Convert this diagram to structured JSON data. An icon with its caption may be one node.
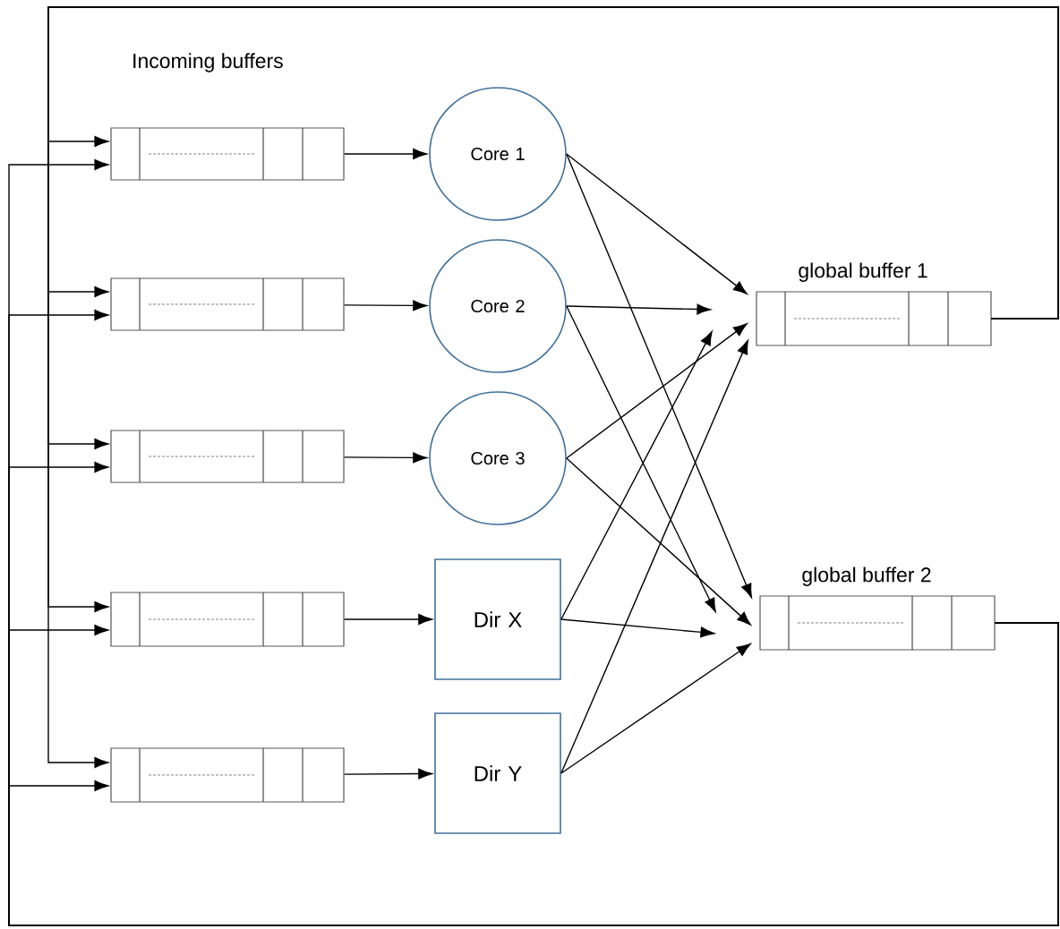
{
  "diagram": {
    "nodes": [
      {
        "text": [],
        "shape": "box"
      },
      {
        "text": [],
        "shape": "box"
      },
      {
        "text": [],
        "shape": "box"
      },
      {
        "text": [],
        "shape": "box"
      },
      {
        "text": [],
        "shape": "box"
      },
      {
        "text": [
          "Core 1"
        ]
      },
      {
        "text": [
          "Core 2"
        ]
      },
      {
        "text": [
          "Core 3"
        ]
      },
      {
        "text": [
          "Dir X"
        ]
      },
      {
        "text": [
          "Dir Y"
        ]
      },
      {
        "text": [
          "global buffer 1"
        ]
      },
      {
        "text": [
          "global buffer 2"
        ]
      }
    ],
    "edges": [
      {
        "from": 0,
        "to": 5,
        "arrow": "to"
      },
      {
        "from": 1,
        "to": 6,
        "arrow": "to"
      },
      {
        "from": 2,
        "to": 7,
        "arrow": "to"
      },
      {
        "from": 3,
        "to": 8,
        "arrow": "to"
      },
      {
        "from": 4,
        "to": 9,
        "arrow": "to"
      },
      {
        "from": 5,
        "to": 10,
        "arrow": "to"
      },
      {
        "from": 5,
        "to": 11,
        "arrow": "to"
      },
      {
        "from": 6,
        "to": 10,
        "arrow": "to"
      },
      {
        "from": 6,
        "to": 11,
        "arrow": "to"
      },
      {
        "from": 7,
        "to": 10,
        "arrow": "to"
      },
      {
        "from": 7,
        "to": 11,
        "arrow": "to"
      },
      {
        "from": 8,
        "to": 10,
        "arrow": "to"
      },
      {
        "from": 8,
        "to": 11,
        "arrow": "to"
      },
      {
        "from": 9,
        "to": 10,
        "arrow": "to"
      },
      {
        "from": 9,
        "to": 11,
        "arrow": "to"
      },
      {
        "from": 10,
        "to": 0,
        "arrow": "to"
      },
      {
        "from": 10,
        "to": 1,
        "arrow": "to"
      },
      {
        "from": 10,
        "to": 2,
        "arrow": "to"
      },
      {
        "from": 10,
        "to": 3,
        "arrow": "to"
      },
      {
        "from": 10,
        "to": 4,
        "arrow": "to"
      },
      {
        "from": 11,
        "to": 0,
        "arrow": "to"
      },
      {
        "from": 11,
        "to": 1,
        "arrow": "to"
      },
      {
        "from": 11,
        "to": 2,
        "arrow": "to"
      },
      {
        "from": 11,
        "to": 3,
        "arrow": "to"
      },
      {
        "from": 11,
        "to": 4,
        "arrow": "to"
      }
    ],
    "labels": [
      "Incoming buffers"
    ]
  }
}
